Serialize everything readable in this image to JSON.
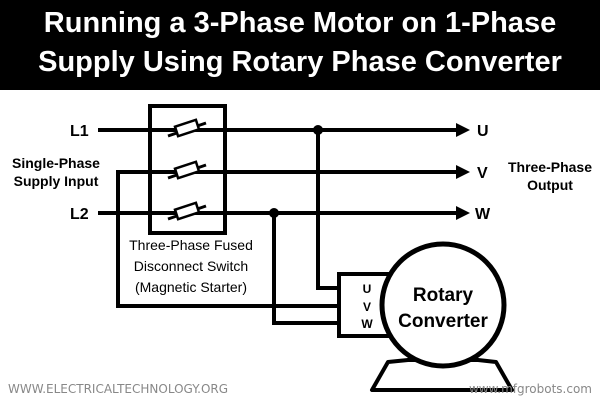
{
  "title": {
    "line1": "Running a 3-Phase Motor on 1-Phase",
    "line2": "Supply Using Rotary Phase Converter"
  },
  "supply": {
    "label_line1": "Single-Phase",
    "label_line2": "Supply Input",
    "l1": "L1",
    "l2": "L2"
  },
  "switch": {
    "label_line1": "Three-Phase Fused",
    "label_line2": "Disconnect Switch",
    "label_line3": "(Magnetic Starter)"
  },
  "output": {
    "u": "U",
    "v": "V",
    "w": "W",
    "label_line1": "Three-Phase",
    "label_line2": "Output"
  },
  "converter": {
    "terminal_u": "U",
    "terminal_v": "V",
    "terminal_w": "W",
    "label_line1": "Rotary",
    "label_line2": "Converter"
  },
  "footer": {
    "left": "WWW.ELECTRICALTECHNOLOGY.ORG",
    "right": "www.mfgrobots.com"
  },
  "colors": {
    "title_background": "#000000",
    "title_text": "#ffffff",
    "line": "#000000",
    "footer_text": "#888888"
  }
}
